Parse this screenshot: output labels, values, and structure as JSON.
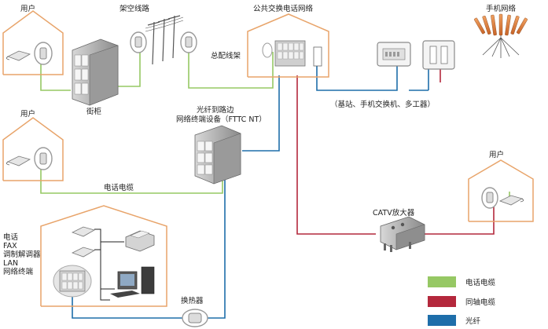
{
  "labels": {
    "user_top_left": "用户",
    "overhead_line": "架空线路",
    "pstn": "公共交换电话网络",
    "mobile_network": "手机网络",
    "mdf": "总配线架",
    "street_cabinet": "街柜",
    "base_station": "（基站、手机交换机、多工器）",
    "user_mid_left": "用户",
    "fttc_line1": "光纤到路边",
    "fttc_line2": "网络终端设备（FTTC NT）",
    "phone_cable": "电话电缆",
    "user_right": "用户",
    "catv_amp": "CATV放大器",
    "home_devices": [
      "电话",
      "FAX",
      "调制解调器",
      "LAN",
      "网络终端"
    ],
    "heat_exchanger": "换热器"
  },
  "legend": [
    {
      "label": "电话电缆",
      "color": "#96c864"
    },
    {
      "label": "同轴电缆",
      "color": "#b4283c"
    },
    {
      "label": "光纤",
      "color": "#1e6eaa"
    }
  ],
  "colors": {
    "house_outline": "#e8a46a",
    "phone_line": "#96c864",
    "coax_line": "#b4283c",
    "fiber_line": "#1e6eaa",
    "device_gray": "#a8a8a8"
  }
}
